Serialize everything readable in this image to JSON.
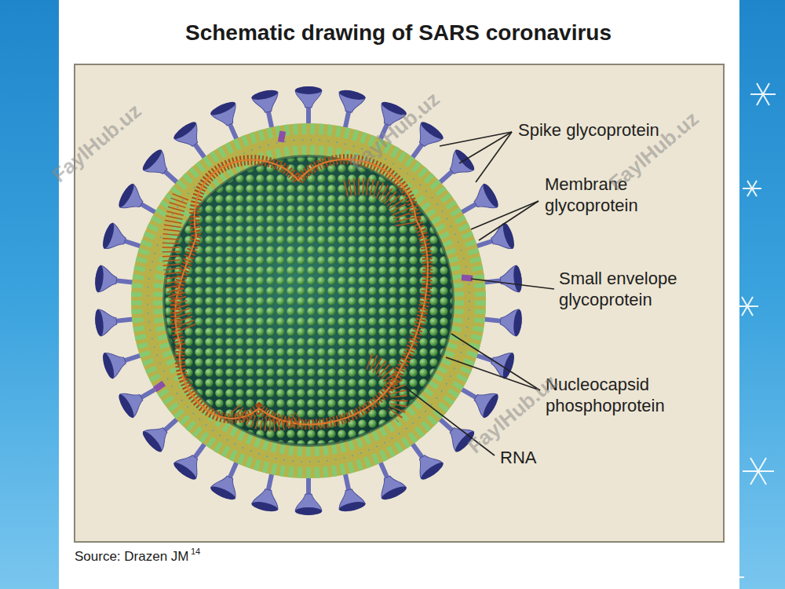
{
  "diagram": {
    "title": "Schematic drawing of SARS coronavirus",
    "caption": "Source: Drazen JM",
    "labels": [
      "Spike glycoprotein",
      "Membrane glycoprotein",
      "Small envelope glycoprotein",
      "Nucleocapsid phosphoprotein",
      "RNA",
      "14",
      "FaylHub.uz",
      "FaylHub.uz",
      "FaylHub.uz",
      "FaylHub.uz"
    ]
  }
}
